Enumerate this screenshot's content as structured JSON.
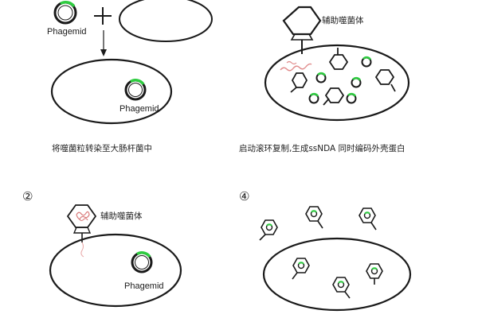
{
  "panel1": {
    "phagemid_label_small": "Phagemid",
    "phagemid_label_cell": "Phagemid",
    "caption": "将噬菌粒转染至大肠杆菌中"
  },
  "panel2": {
    "helper_phage_label": "辅助噬菌体",
    "caption": "启动滚环复制,生成ssNDA 同时编码外壳蛋白"
  },
  "panel3": {
    "step_number": "②",
    "helper_phage_label": "辅助噬菌体",
    "phagemid_label": "Phagemid"
  },
  "panel4": {
    "step_number": "④"
  },
  "colors": {
    "outline": "#1a1a1a",
    "plasmid_highlight": "#2ecc40",
    "dna_strand": "#e08a8a"
  }
}
